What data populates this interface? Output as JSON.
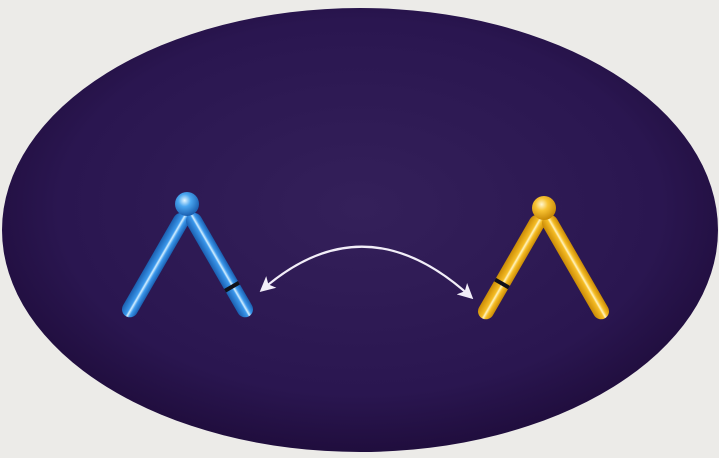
{
  "colors": {
    "page_background": "#ecebe8",
    "oval_center": "#311a55",
    "oval_edge": "#1f0b3a",
    "chromosome_blue": "#2e86de",
    "chromosome_blue_highlight": "#cfeaff",
    "chromosome_yellow": "#f2b51c",
    "chromosome_yellow_highlight": "#fff1b8",
    "arrow": "#f2eef8",
    "band": "#101018"
  },
  "diagram": {
    "description_elements": [
      "blue-chromosome",
      "yellow-chromosome",
      "double-headed-arrow"
    ]
  }
}
